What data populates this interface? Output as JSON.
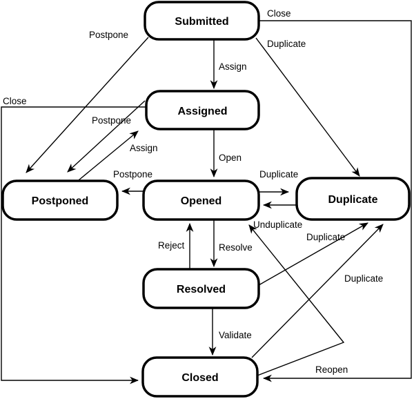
{
  "colors": {
    "ink": "#000000",
    "background": "#ffffff"
  },
  "diagram": {
    "states": [
      {
        "id": "submitted",
        "label": "Submitted"
      },
      {
        "id": "assigned",
        "label": "Assigned"
      },
      {
        "id": "postponed",
        "label": "Postponed"
      },
      {
        "id": "opened",
        "label": "Opened"
      },
      {
        "id": "duplicate",
        "label": "Duplicate"
      },
      {
        "id": "resolved",
        "label": "Resolved"
      },
      {
        "id": "closed",
        "label": "Closed"
      }
    ],
    "transitions": [
      {
        "from": "Submitted",
        "to": "Assigned",
        "label": "Assign"
      },
      {
        "from": "Submitted",
        "to": "Postponed",
        "label": "Postpone"
      },
      {
        "from": "Submitted",
        "to": "Closed",
        "label": "Close"
      },
      {
        "from": "Submitted",
        "to": "Duplicate",
        "label": "Duplicate"
      },
      {
        "from": "Assigned",
        "to": "Postponed",
        "label": "Postpone"
      },
      {
        "from": "Postponed",
        "to": "Assigned",
        "label": "Assign"
      },
      {
        "from": "Assigned",
        "to": "Closed",
        "label": "Close"
      },
      {
        "from": "Opened",
        "to": "Postponed",
        "label": "Postpone"
      },
      {
        "from": "Assigned",
        "to": "Opened",
        "label": "Open"
      },
      {
        "from": "Opened",
        "to": "Duplicate",
        "label": "Duplicate"
      },
      {
        "from": "Duplicate",
        "to": "Opened",
        "label": "Unduplicate"
      },
      {
        "from": "Opened",
        "to": "Resolved",
        "label": "Resolve"
      },
      {
        "from": "Resolved",
        "to": "Opened",
        "label": "Reject"
      },
      {
        "from": "Resolved",
        "to": "Closed",
        "label": "Validate"
      },
      {
        "from": "Resolved",
        "to": "Duplicate",
        "label": "Duplicate"
      },
      {
        "from": "Closed",
        "to": "Duplicate",
        "label": "Duplicate"
      },
      {
        "from": "Closed",
        "to": "Opened",
        "label": "Reopen"
      }
    ]
  }
}
